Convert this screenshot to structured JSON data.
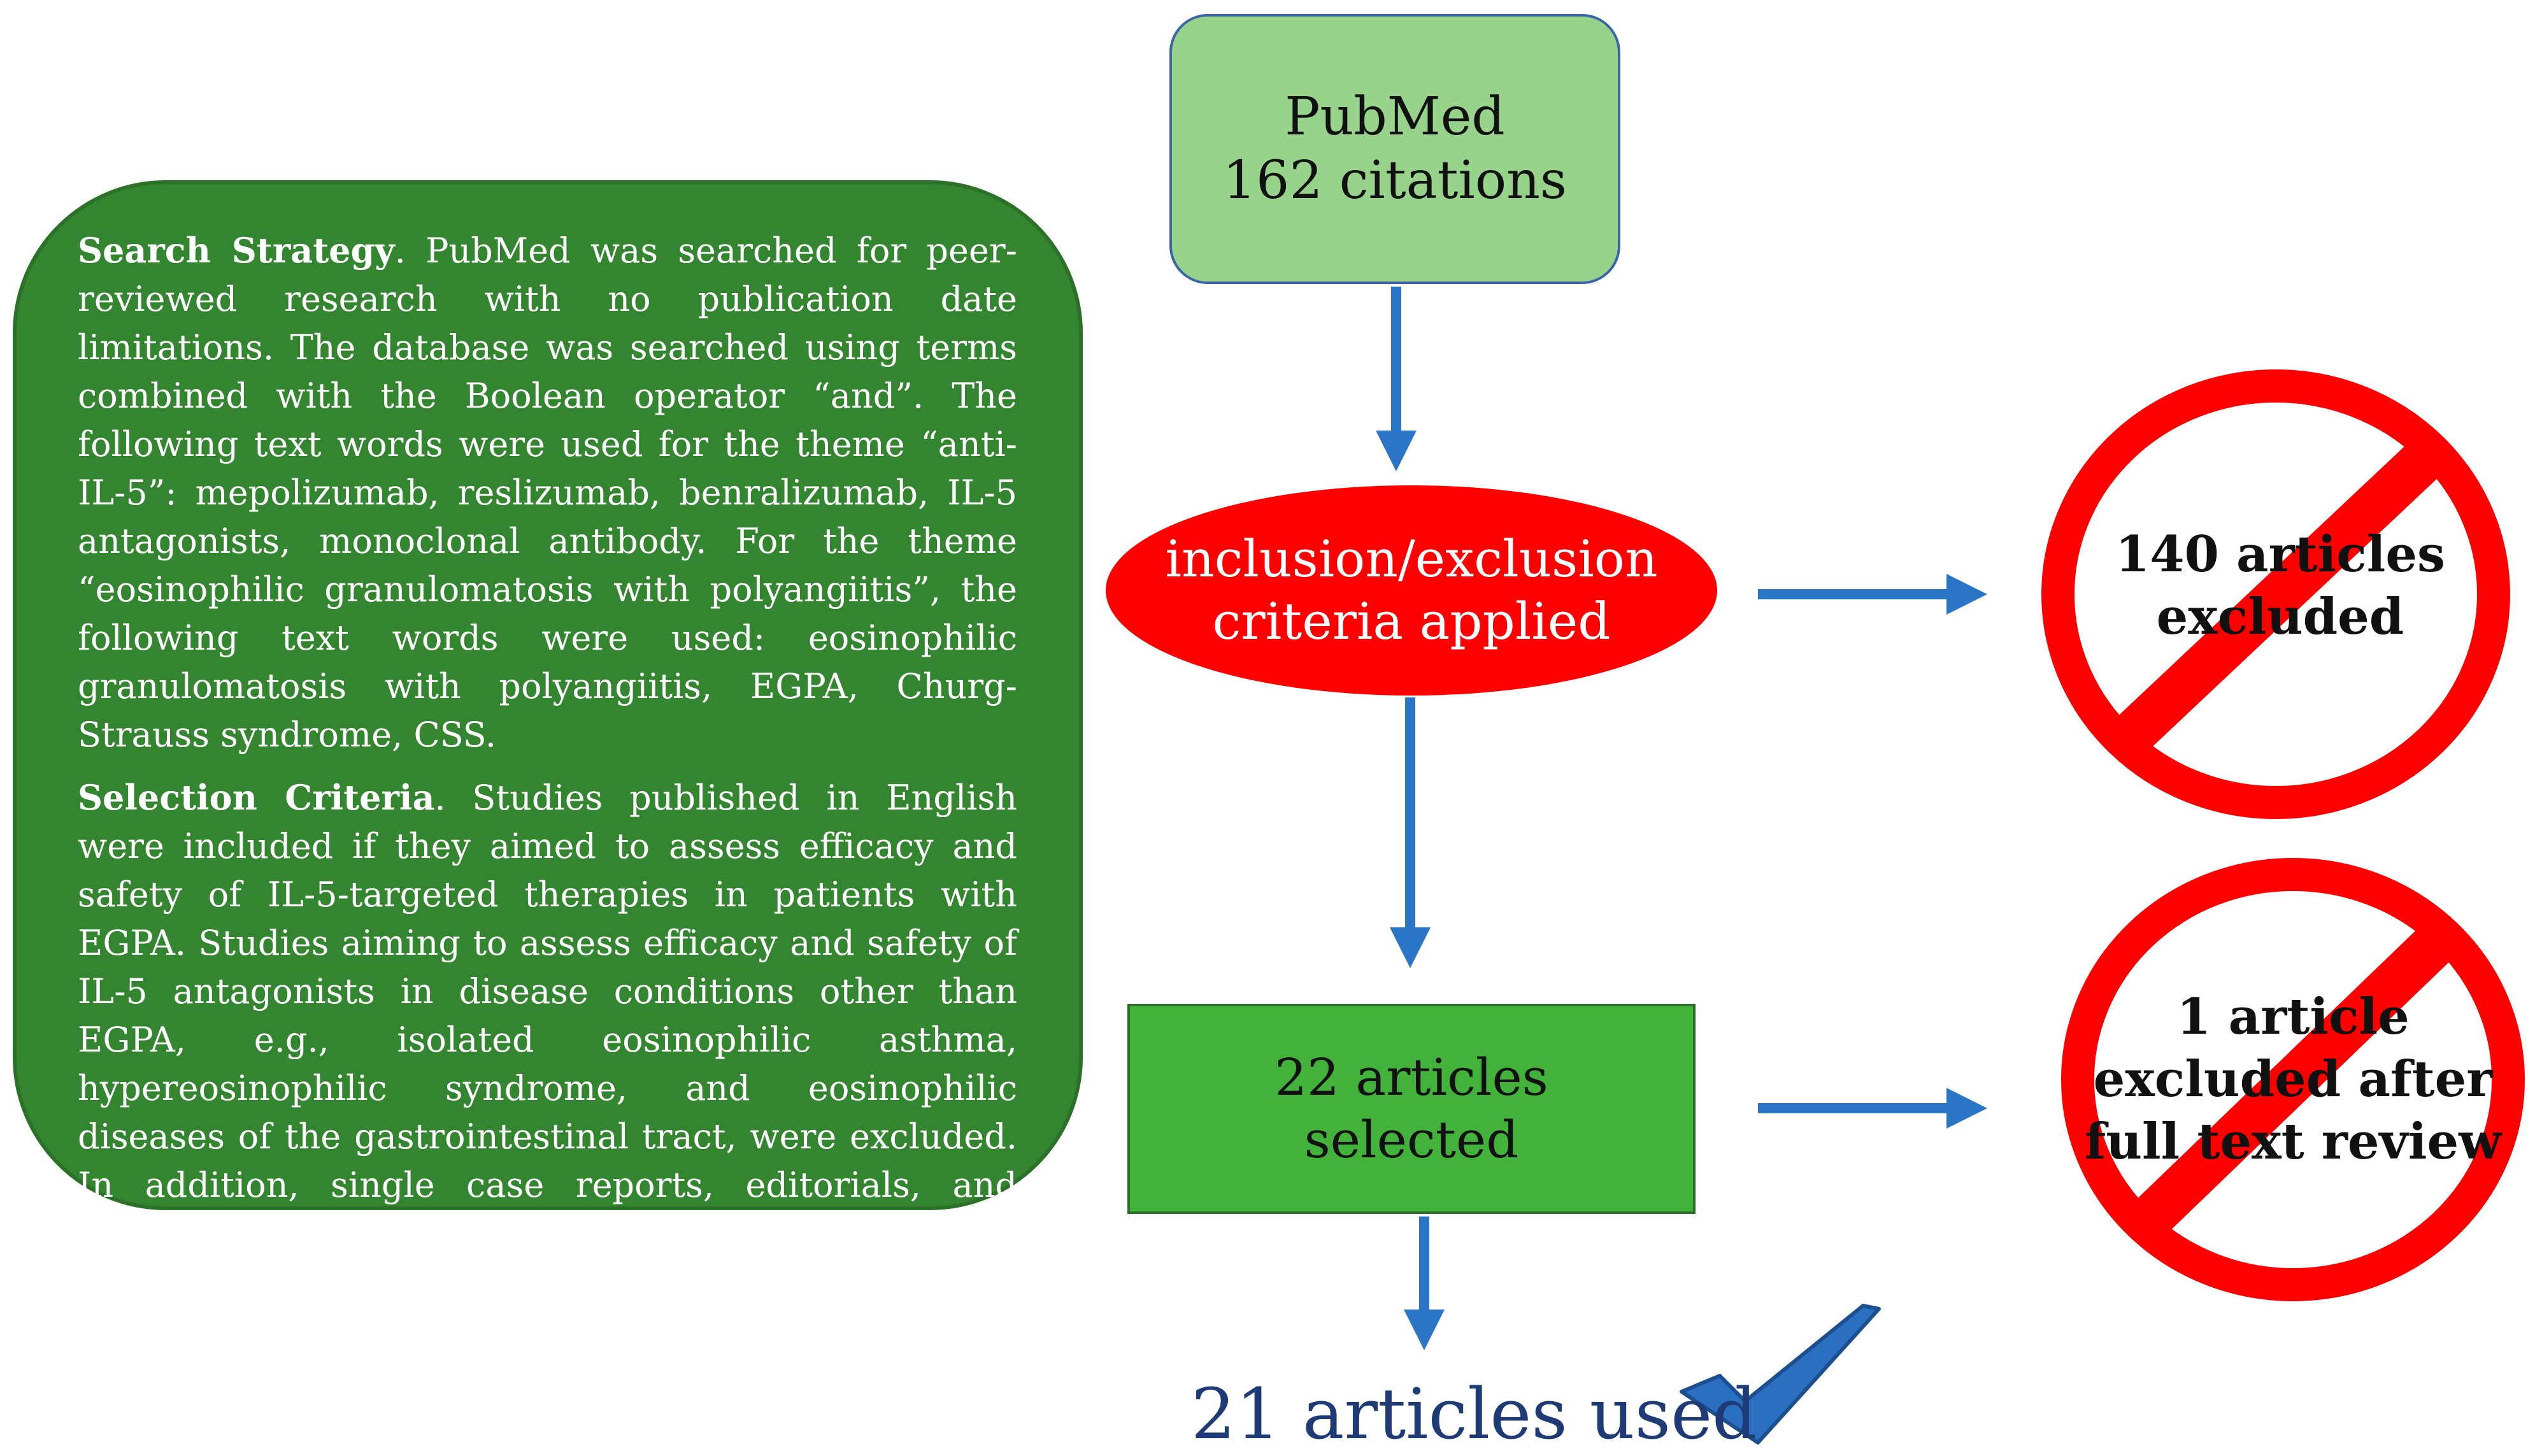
{
  "strategy": {
    "heading1": "Search Strategy",
    "para1": ". PubMed was searched for peer-reviewed research with no publication date limitations. The database was searched using terms combined with the Boolean operator “and”. The following text words were used for the theme “anti-IL-5”: mepolizumab, reslizumab, benralizumab, IL-5 antagonists, monoclonal antibody. For the theme “eosinophilic granulomatosis with polyangiitis”, the following text words were used: eosinophilic granulomatosis with polyangiitis, EGPA, Churg-Strauss syndrome, CSS.",
    "heading2": "Selection Criteria",
    "para2": ". Studies published in English were included if they aimed to assess efficacy and safety of IL-5-targeted therapies in patients with EGPA. Studies aiming to assess efficacy and safety of IL-5 antagonists in disease conditions other than EGPA, e.g., isolated eosinophilic asthma, hypereosinophilic syndrome, and eosinophilic diseases of the gastrointestinal tract, were excluded. In addition, single case reports, editorials, and correspondence letters were also excluded."
  },
  "pubmed": {
    "line1": "PubMed",
    "line2": "162 citations"
  },
  "criteria": {
    "line1": "inclusion/exclusion",
    "line2": "criteria applied"
  },
  "selected": {
    "line1": "22 articles",
    "line2": "selected"
  },
  "excluded1": {
    "line1": "140 articles",
    "line2": "excluded"
  },
  "excluded2": {
    "line1": "1 article",
    "line2": "excluded after",
    "line3": "full text review"
  },
  "result": {
    "label": "21 articles used"
  },
  "colors": {
    "strategy_box": "#33862f",
    "pubmed_box": "#97d38a",
    "criteria_ellipse": "#ff0000",
    "selected_box": "#43b23b",
    "arrow": "#2b75c6",
    "prohibition": "#ff0000",
    "checkmark": "#2a6fc0",
    "result_text": "#1f3b76"
  },
  "icons": [
    "prohibition-icon",
    "checkmark-icon",
    "arrow-down",
    "arrow-right"
  ]
}
